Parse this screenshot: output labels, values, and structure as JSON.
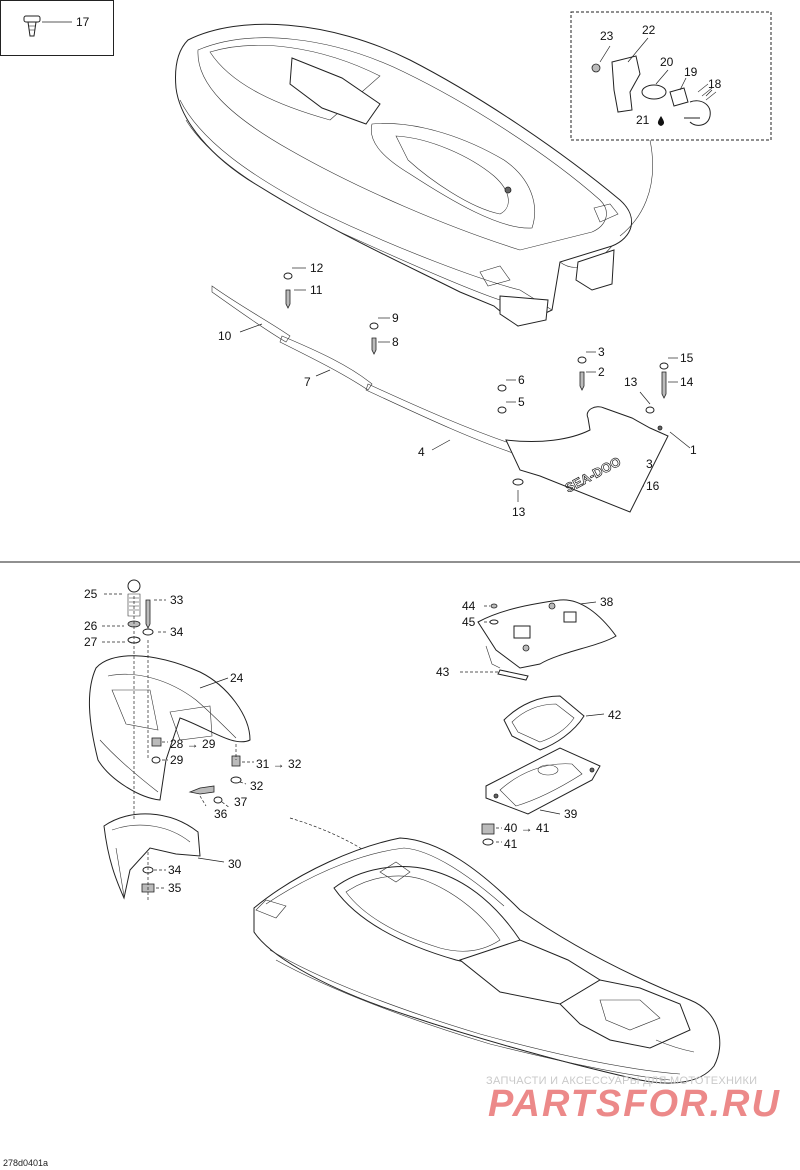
{
  "diagram": {
    "code": "278d0401a",
    "callouts": {
      "c1": "1",
      "c2": "2",
      "c3a": "3",
      "c3b": "3",
      "c4": "4",
      "c5": "5",
      "c6": "6",
      "c7": "7",
      "c8": "8",
      "c9": "9",
      "c10": "10",
      "c11": "11",
      "c12": "12",
      "c13a": "13",
      "c13b": "13",
      "c14": "14",
      "c15": "15",
      "c16": "16",
      "c17": "17",
      "c18": "18",
      "c19": "19",
      "c20": "20",
      "c21": "21",
      "c22": "22",
      "c23": "23",
      "c24": "24",
      "c25": "25",
      "c26": "26",
      "c27": "27",
      "c28": "28 → 29",
      "c29": "29",
      "c30": "30",
      "c31": "31 → 32",
      "c32": "32",
      "c33": "33",
      "c34a": "34",
      "c34b": "34",
      "c35": "35",
      "c36": "36",
      "c37": "37",
      "c38": "38",
      "c39": "39",
      "c40": "40 → 41",
      "c41": "41",
      "c42": "42",
      "c43": "43",
      "c44": "44",
      "c45": "45"
    },
    "decal_text": "SEA-DOO"
  },
  "watermark": {
    "line1": "ЗАПЧАСТИ И АКСЕССУАРЫ ДЛЯ МОТОТЕХНИКИ",
    "line2": "PARTSFOR.RU"
  }
}
